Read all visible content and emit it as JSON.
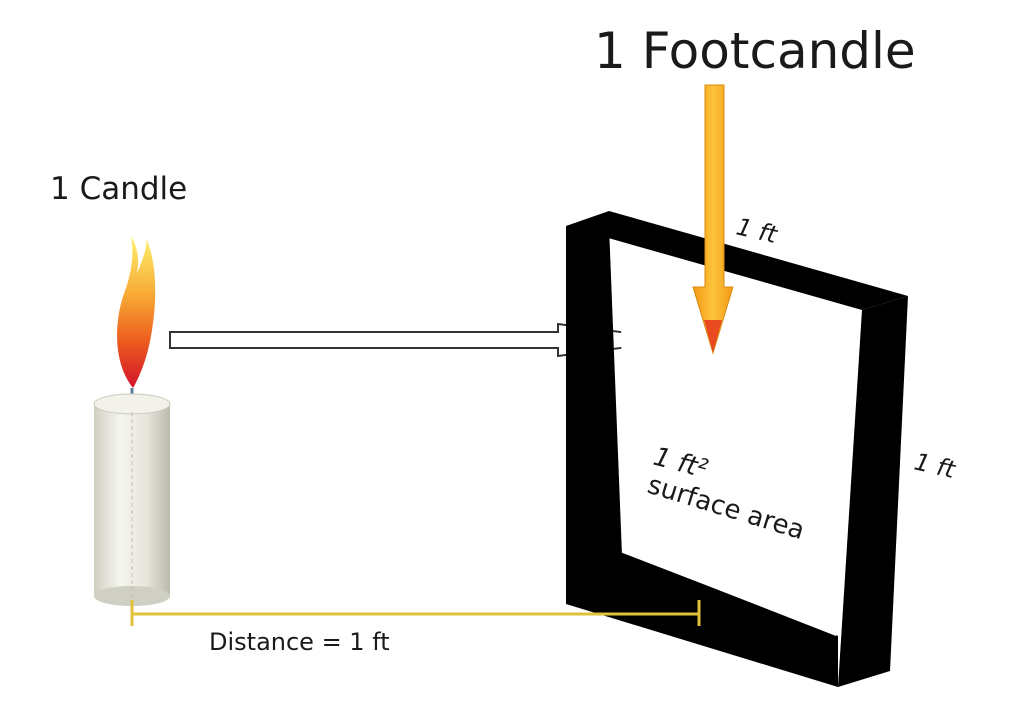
{
  "title": "1 Footcandle",
  "candle_label": "1 Candle",
  "distance_label": "Distance = 1 ft",
  "top_edge_label": "1 ft",
  "side_edge_label": "1 ft",
  "area_label": "1 ft²",
  "area_caption": "surface area",
  "colors": {
    "arrow_orange": "#f7a51c",
    "arrow_tip": "#e8401e",
    "frame": "#000000",
    "dimension_line": "#e2c13c",
    "candle_body": "#e9e9df"
  }
}
